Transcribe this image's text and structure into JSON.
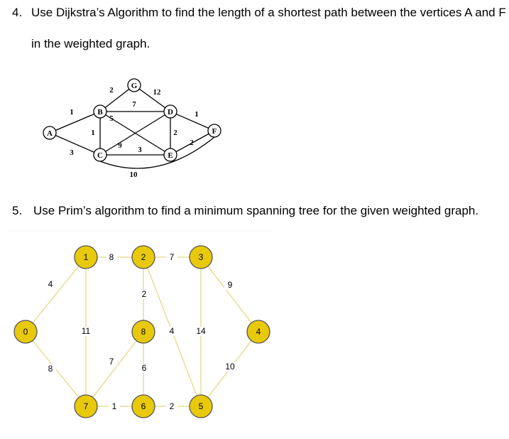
{
  "q4": {
    "number": "4.",
    "line1": "Use Dijkstra’s Algorithm to find the length of a shortest path between the vertices A and F",
    "line2": "in the weighted graph."
  },
  "q5": {
    "number": "5.",
    "text": "Use Prim’s algorithm to find a minimum spanning tree for the given weighted graph."
  },
  "dijkstra": {
    "nodes": [
      {
        "id": "A",
        "label": "A"
      },
      {
        "id": "B",
        "label": "B"
      },
      {
        "id": "C",
        "label": "C"
      },
      {
        "id": "G",
        "label": "G"
      },
      {
        "id": "D",
        "label": "D"
      },
      {
        "id": "E",
        "label": "E"
      },
      {
        "id": "F",
        "label": "F"
      }
    ],
    "edges": [
      {
        "from": "A",
        "to": "B",
        "weight": "1"
      },
      {
        "from": "A",
        "to": "C",
        "weight": "3"
      },
      {
        "from": "B",
        "to": "C",
        "weight": "1"
      },
      {
        "from": "B",
        "to": "G",
        "weight": "2"
      },
      {
        "from": "B",
        "to": "D",
        "weight": "7"
      },
      {
        "from": "B",
        "to": "E",
        "weight": "5"
      },
      {
        "from": "C",
        "to": "D",
        "weight": "9"
      },
      {
        "from": "C",
        "to": "E",
        "weight": "3"
      },
      {
        "from": "C",
        "to": "F",
        "weight": "10"
      },
      {
        "from": "G",
        "to": "D",
        "weight": "12"
      },
      {
        "from": "D",
        "to": "E",
        "weight": "2"
      },
      {
        "from": "D",
        "to": "F",
        "weight": "1"
      },
      {
        "from": "E",
        "to": "F",
        "weight": "2"
      }
    ]
  },
  "prim": {
    "node_fill": "#e8c90c",
    "node_stroke": "#555555",
    "edge_color": "#e8df9c",
    "nodes": [
      {
        "id": "n0",
        "label": "0"
      },
      {
        "id": "n1",
        "label": "1"
      },
      {
        "id": "n2",
        "label": "2"
      },
      {
        "id": "n3",
        "label": "3"
      },
      {
        "id": "n4",
        "label": "4"
      },
      {
        "id": "n5",
        "label": "5"
      },
      {
        "id": "n6",
        "label": "6"
      },
      {
        "id": "n7",
        "label": "7"
      },
      {
        "id": "n8",
        "label": "8"
      }
    ],
    "edges": [
      {
        "from": "n0",
        "to": "n1",
        "weight": "4"
      },
      {
        "from": "n0",
        "to": "n7",
        "weight": "8"
      },
      {
        "from": "n1",
        "to": "n2",
        "weight": "8"
      },
      {
        "from": "n1",
        "to": "n7",
        "weight": "11"
      },
      {
        "from": "n2",
        "to": "n3",
        "weight": "7"
      },
      {
        "from": "n2",
        "to": "n8",
        "weight": "2"
      },
      {
        "from": "n2",
        "to": "n5",
        "weight": "4"
      },
      {
        "from": "n3",
        "to": "n4",
        "weight": "9"
      },
      {
        "from": "n3",
        "to": "n5",
        "weight": "14"
      },
      {
        "from": "n4",
        "to": "n5",
        "weight": "10"
      },
      {
        "from": "n8",
        "to": "n7",
        "weight": "7"
      },
      {
        "from": "n8",
        "to": "n6",
        "weight": "6"
      },
      {
        "from": "n7",
        "to": "n6",
        "weight": "1"
      },
      {
        "from": "n6",
        "to": "n5",
        "weight": "2"
      }
    ]
  }
}
